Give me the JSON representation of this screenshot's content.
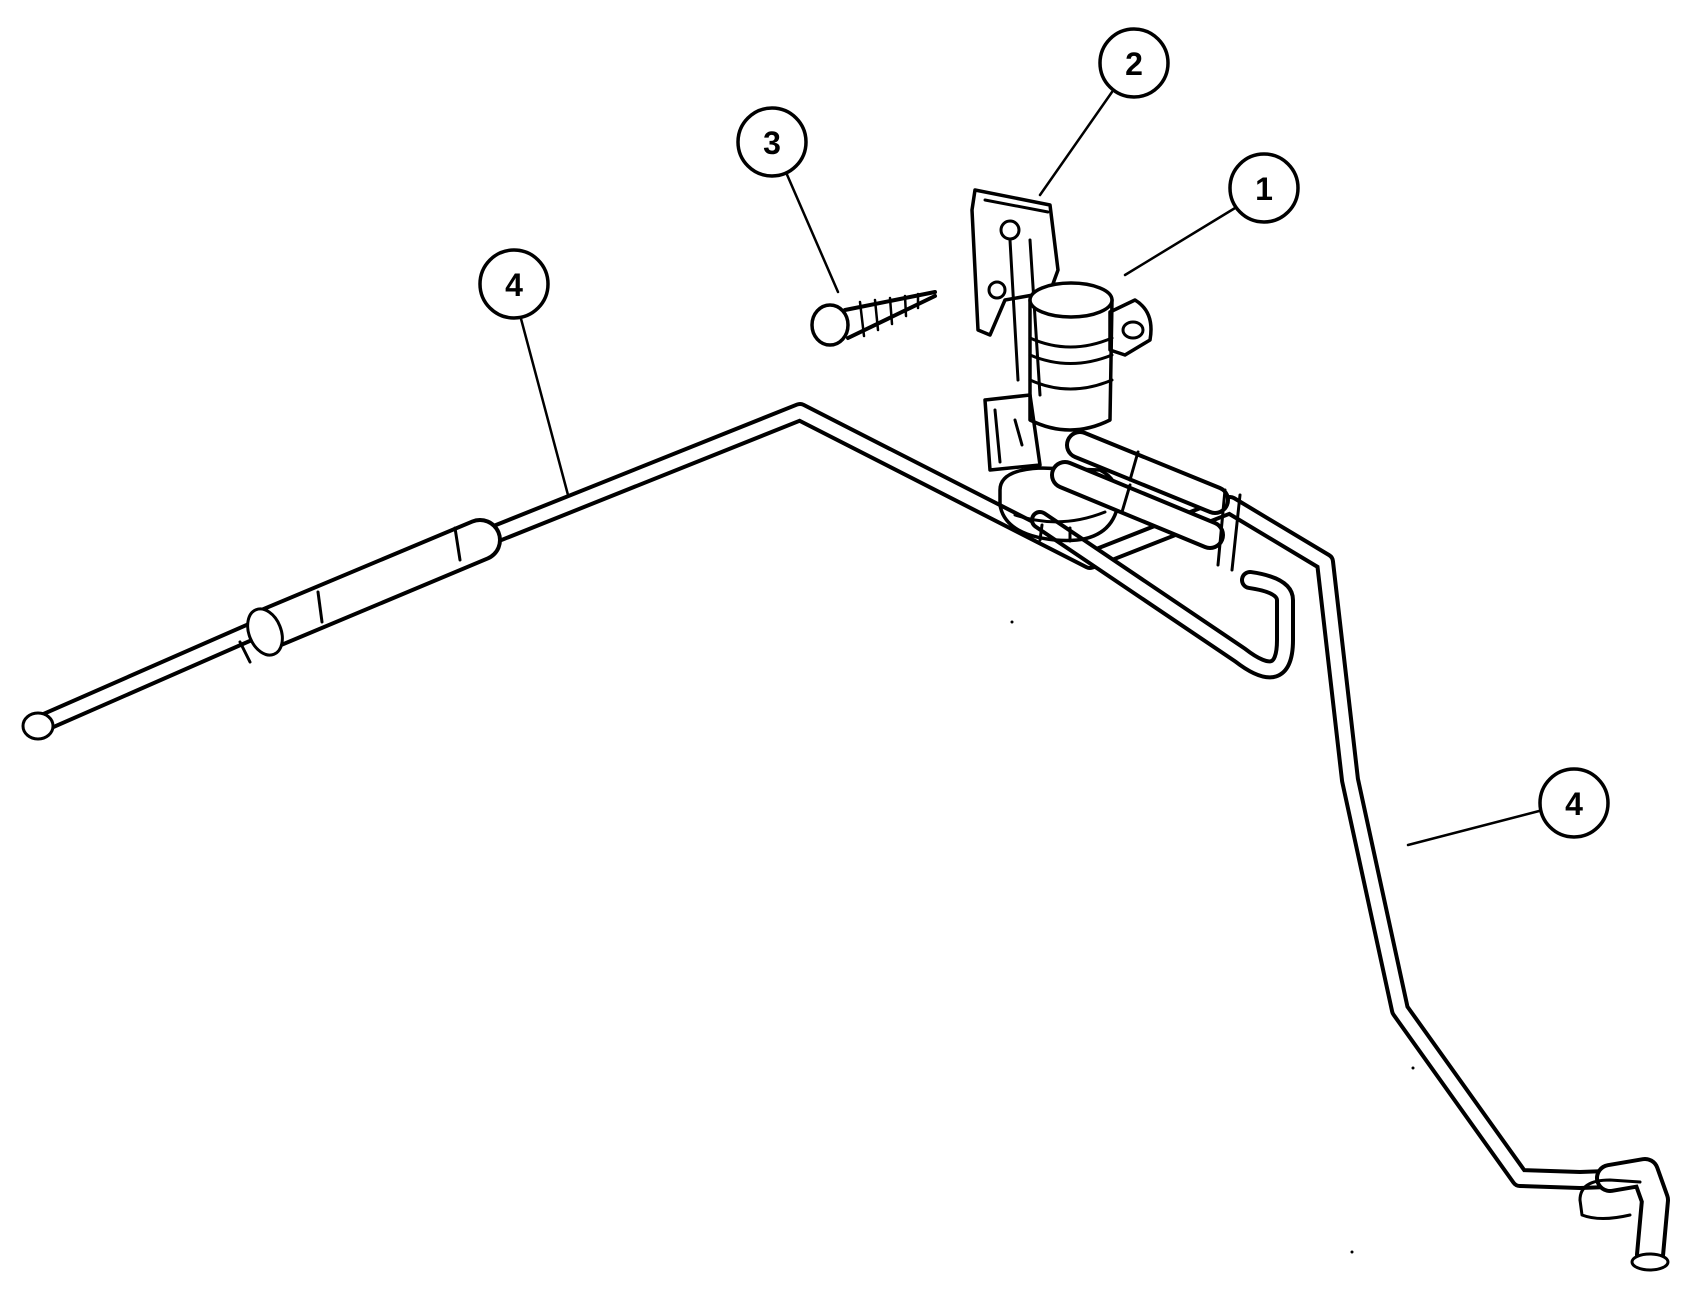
{
  "callouts": [
    {
      "id": "c1",
      "label": "1"
    },
    {
      "id": "c2",
      "label": "2"
    },
    {
      "id": "c3",
      "label": "3"
    },
    {
      "id": "c4a",
      "label": "4"
    },
    {
      "id": "c4b",
      "label": "4"
    }
  ],
  "colors": {
    "ink": "#000000",
    "background": "#ffffff"
  }
}
